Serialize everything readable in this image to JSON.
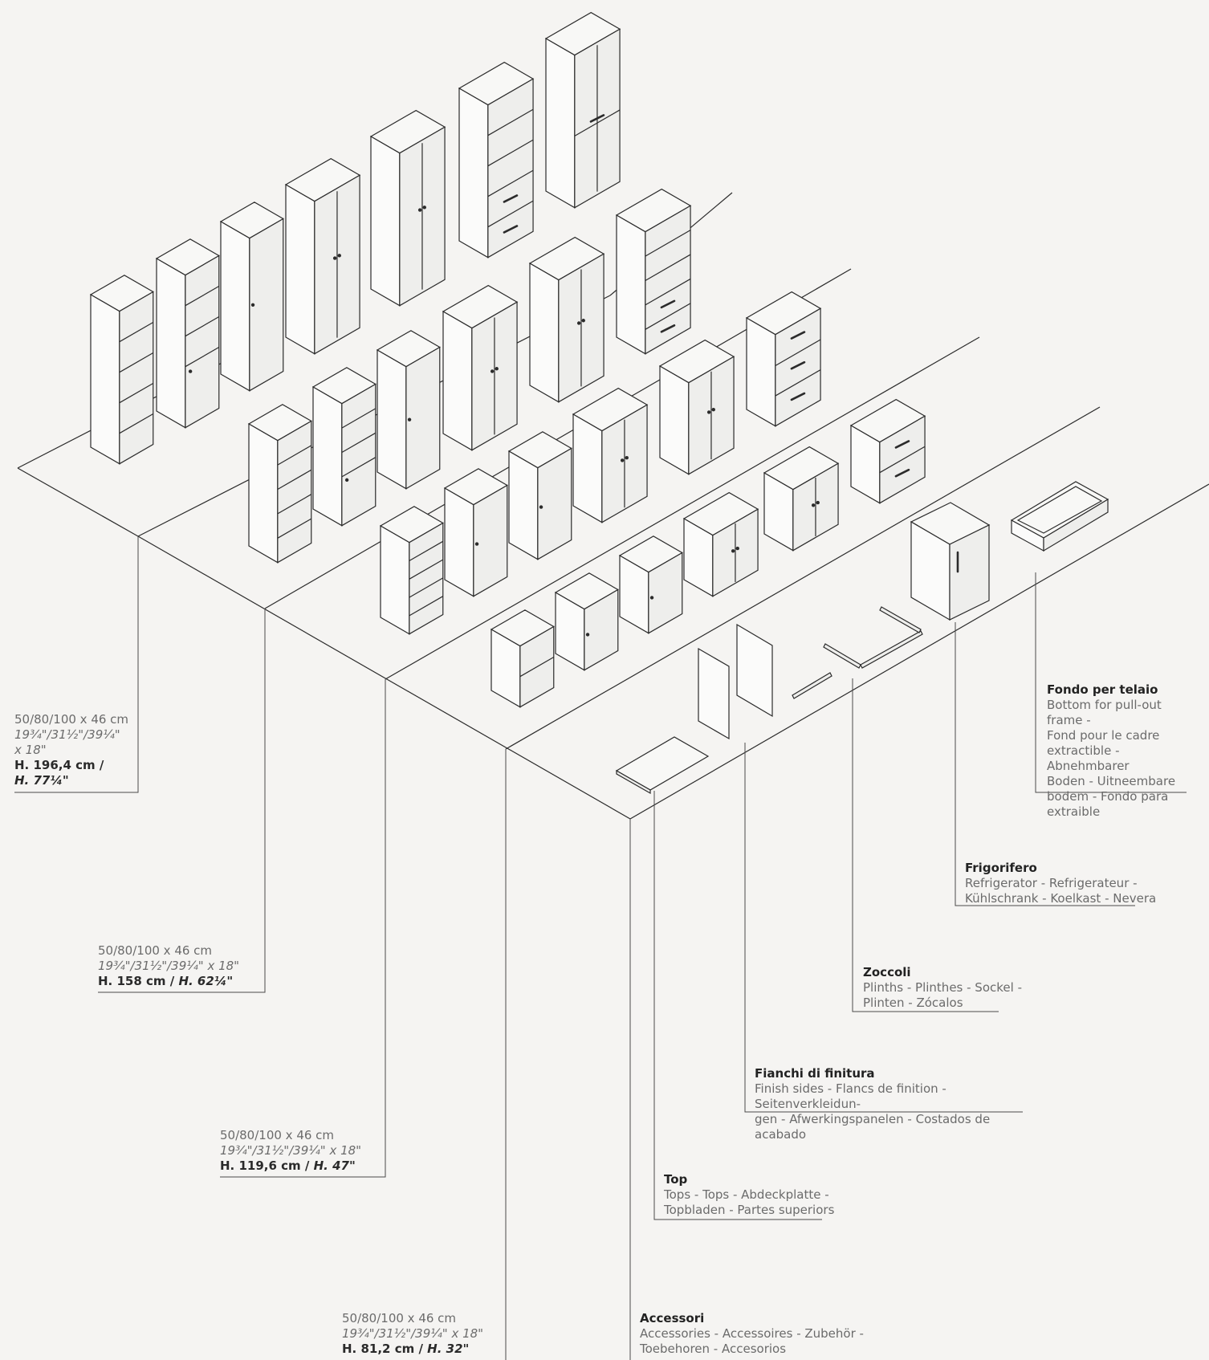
{
  "height_groups": [
    {
      "dims": "50/80/100 x 46 cm",
      "imperial_line1": "19¾\"/31½\"/39¼\"",
      "imperial_line2": "x 18\"",
      "height_metric": "H. 196,4 cm /",
      "height_imperial": "H. 77¼\""
    },
    {
      "dims": "50/80/100 x 46 cm",
      "imperial": "19¾\"/31½\"/39¼\" x 18\"",
      "height_metric": "H. 158 cm / ",
      "height_imperial": "H. 62¼\""
    },
    {
      "dims": "50/80/100 x 46 cm",
      "imperial": "19¾\"/31½\"/39¼\" x 18\"",
      "height_metric": "H. 119,6 cm / ",
      "height_imperial": "H. 47\""
    },
    {
      "dims": "50/80/100 x 46 cm",
      "imperial": "19¾\"/31½\"/39¼\" x 18\"",
      "height_metric": "H. 81,2 cm / ",
      "height_imperial": "H. 32\""
    }
  ],
  "accessories": [
    {
      "name": "Fondo per telaio",
      "lines": [
        "Bottom for pull-out frame -",
        "Fond pour le cadre",
        "extractible - Abnehmbarer",
        "Boden - Uitneembare",
        "bodem - Fondo para",
        "extraible"
      ]
    },
    {
      "name": "Frigorifero",
      "lines": [
        "Refrigerator - Refrigerateur -",
        "Kühlschrank - Koelkast - Nevera"
      ]
    },
    {
      "name": "Zoccoli",
      "lines": [
        "Plinths - Plinthes - Sockel -",
        "Plinten - Zócalos"
      ]
    },
    {
      "name": "Fianchi di finitura",
      "lines": [
        "Finish sides - Flancs de finition - Seitenverkleidun-",
        "gen - Afwerkingspanelen - Costados de acabado"
      ]
    },
    {
      "name": "Top",
      "lines": [
        "Tops - Tops - Abdeckplatte -",
        "Topbladen - Partes superiors"
      ]
    },
    {
      "name": "Accessori",
      "lines": [
        "Accessories - Accessoires - Zubehör -",
        "Toebehoren - Accesorios"
      ]
    }
  ]
}
